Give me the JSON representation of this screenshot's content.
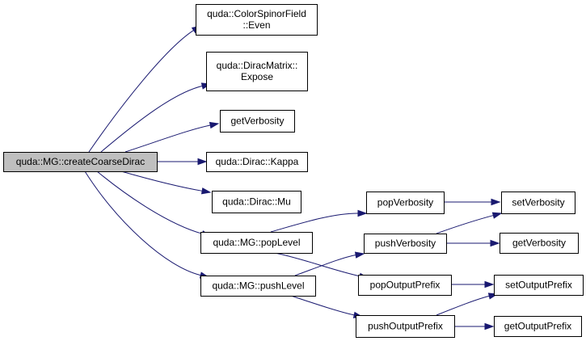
{
  "graph": {
    "edge_color": "#191970",
    "root_fill": "#bfbfbf",
    "node_fill": "#ffffff",
    "nodes": {
      "root": {
        "lines": [
          "quda::MG::createCoarseDirac"
        ]
      },
      "even": {
        "lines": [
          "quda::ColorSpinorField",
          "::Even"
        ]
      },
      "expose": {
        "lines": [
          "quda::DiracMatrix::",
          "Expose"
        ]
      },
      "getverb1": {
        "lines": [
          "getVerbosity"
        ]
      },
      "kappa": {
        "lines": [
          "quda::Dirac::Kappa"
        ]
      },
      "mu": {
        "lines": [
          "quda::Dirac::Mu"
        ]
      },
      "poplevel": {
        "lines": [
          "quda::MG::popLevel"
        ]
      },
      "pushlevel": {
        "lines": [
          "quda::MG::pushLevel"
        ]
      },
      "popverb": {
        "lines": [
          "popVerbosity"
        ]
      },
      "pushverb": {
        "lines": [
          "pushVerbosity"
        ]
      },
      "popoutpre": {
        "lines": [
          "popOutputPrefix"
        ]
      },
      "pushoutpre": {
        "lines": [
          "pushOutputPrefix"
        ]
      },
      "setverb": {
        "lines": [
          "setVerbosity"
        ]
      },
      "getverb2": {
        "lines": [
          "getVerbosity"
        ]
      },
      "setoutpre": {
        "lines": [
          "setOutputPrefix"
        ]
      },
      "getoutpre": {
        "lines": [
          "getOutputPrefix"
        ]
      }
    },
    "edges": [
      {
        "from": "root",
        "to": "even"
      },
      {
        "from": "root",
        "to": "expose"
      },
      {
        "from": "root",
        "to": "getverb1"
      },
      {
        "from": "root",
        "to": "kappa"
      },
      {
        "from": "root",
        "to": "mu"
      },
      {
        "from": "root",
        "to": "poplevel"
      },
      {
        "from": "root",
        "to": "pushlevel"
      },
      {
        "from": "poplevel",
        "to": "popverb"
      },
      {
        "from": "poplevel",
        "to": "popoutpre"
      },
      {
        "from": "pushlevel",
        "to": "pushverb"
      },
      {
        "from": "pushlevel",
        "to": "pushoutpre"
      },
      {
        "from": "popverb",
        "to": "setverb"
      },
      {
        "from": "pushverb",
        "to": "setverb"
      },
      {
        "from": "pushverb",
        "to": "getverb2"
      },
      {
        "from": "popoutpre",
        "to": "setoutpre"
      },
      {
        "from": "pushoutpre",
        "to": "setoutpre"
      },
      {
        "from": "pushoutpre",
        "to": "getoutpre"
      }
    ]
  }
}
